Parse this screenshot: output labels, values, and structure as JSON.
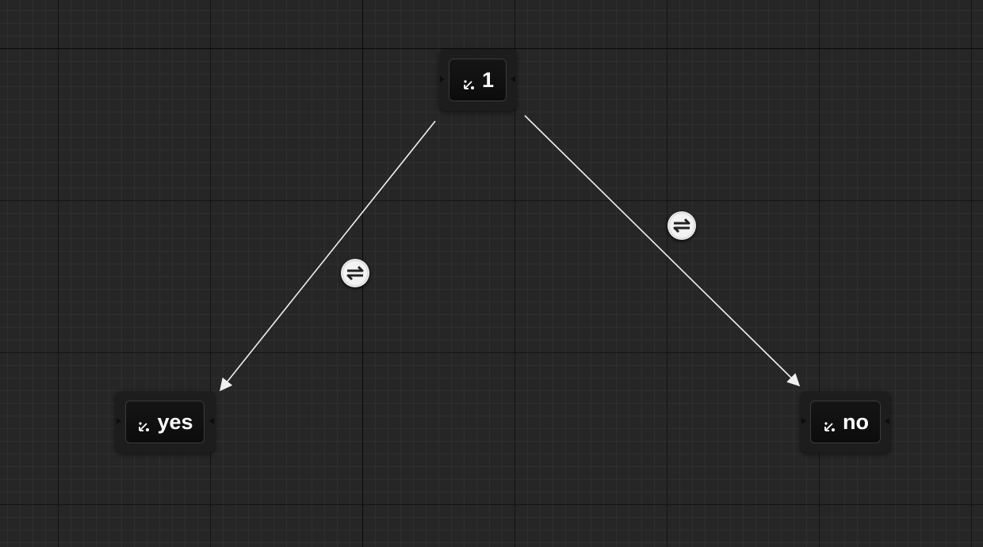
{
  "graph": {
    "nodes": {
      "root": {
        "label": "1",
        "icon": "state-arrows-icon"
      },
      "yes": {
        "label": "yes",
        "icon": "state-arrows-icon"
      },
      "no": {
        "label": "no",
        "icon": "state-arrows-icon"
      }
    },
    "transitions": {
      "to_yes": {
        "icon": "transition-swap-icon"
      },
      "to_no": {
        "icon": "transition-swap-icon"
      }
    }
  },
  "colors": {
    "background": "#262626",
    "node_fill": "#111111",
    "edge": "#f0f0f0",
    "text": "#ffffff"
  }
}
